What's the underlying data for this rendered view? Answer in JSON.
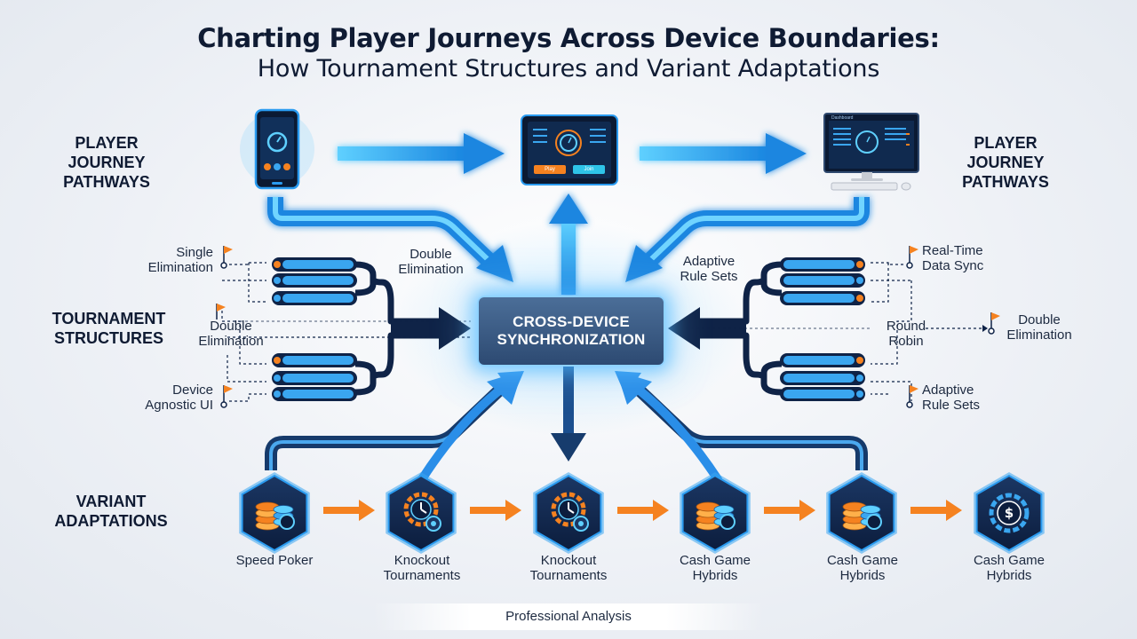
{
  "title": {
    "line1": "Charting Player Journeys Across Device Boundaries:",
    "line2": "How Tournament Structures and Variant Adaptations"
  },
  "sections": {
    "pathways_left": "PLAYER JOURNEY PATHWAYS",
    "pathways_right": "PLAYER JOURNEY PATHWAYS",
    "tournament": "TOURNAMENT STRUCTURES",
    "variants": "VARIANT ADAPTATIONS"
  },
  "hub": {
    "line1": "CROSS-DEVICE",
    "line2": "SYNCHRONIZATION"
  },
  "devices": {
    "tablet": {
      "btn1": "Play",
      "btn2": "Join"
    },
    "monitor": {
      "header": "Dashboard"
    }
  },
  "left_labels": {
    "single_elim": [
      "Single",
      "Elimination"
    ],
    "double_elim_a": [
      "Double",
      "Elimination"
    ],
    "double_elim_b": [
      "Double",
      "Elimination"
    ],
    "device_agnostic": [
      "Device",
      "Agnostic UI"
    ]
  },
  "right_labels": {
    "adaptive_a": [
      "Adaptive",
      "Rule Sets"
    ],
    "realtime": [
      "Real-Time",
      "Data Sync"
    ],
    "round_robin": [
      "Round",
      "Robin"
    ],
    "double_elim": [
      "Double",
      "Elimination"
    ],
    "adaptive_b": [
      "Adaptive",
      "Rule Sets"
    ]
  },
  "variants": [
    {
      "name": [
        "Speed Poker",
        ""
      ],
      "icon": "chip-stack-icon"
    },
    {
      "name": [
        "Knockout",
        "Tournaments"
      ],
      "icon": "clock-chip-icon"
    },
    {
      "name": [
        "Knockout",
        "Tournaments"
      ],
      "icon": "clock-chip-icon"
    },
    {
      "name": [
        "Cash Game",
        "Hybrids"
      ],
      "icon": "chip-stack-icon"
    },
    {
      "name": [
        "Cash Game",
        "Hybrids"
      ],
      "icon": "chip-stack-icon"
    },
    {
      "name": [
        "Cash Game",
        "Hybrids"
      ],
      "icon": "dollar-chip-icon"
    }
  ],
  "footer": "Professional Analysis",
  "colors": {
    "navy": "#0f2347",
    "blue": "#1e88e5",
    "light_blue": "#4fc3f7",
    "orange": "#f58220"
  }
}
